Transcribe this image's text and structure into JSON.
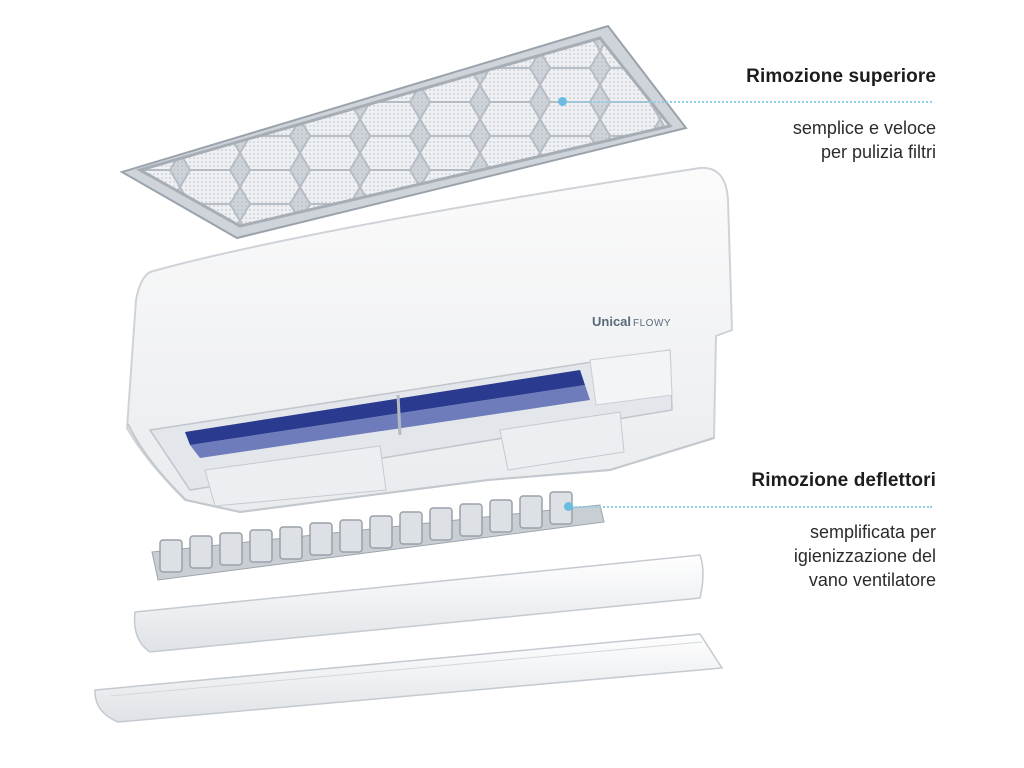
{
  "brand": {
    "name": "Unical",
    "model": "FLOWY"
  },
  "callouts": [
    {
      "title": "Rimozione superiore",
      "desc_lines": [
        "semplice e veloce",
        "per pulizia filtri"
      ]
    },
    {
      "title": "Rimozione deflettori",
      "desc_lines": [
        "semplificata per",
        "igienizzazione del",
        "vano ventilatore"
      ]
    }
  ],
  "colors": {
    "leader": "#8fd0e8",
    "accent_dot": "#6bbce0",
    "fan": "#2a3a8f"
  }
}
